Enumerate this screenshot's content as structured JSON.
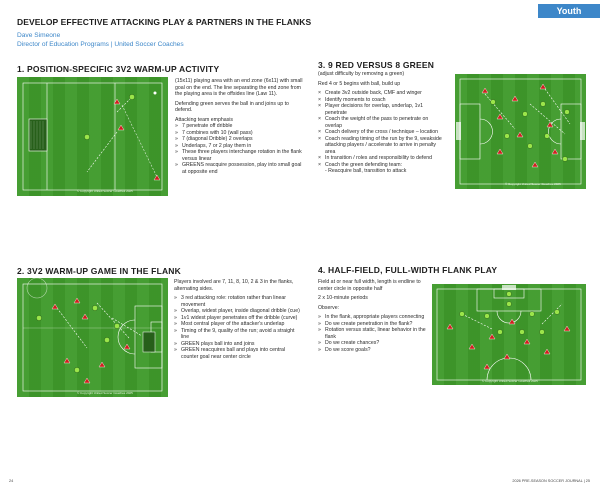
{
  "header": {
    "tab": "Youth",
    "title": "DEVELOP EFFECTIVE ATTACKING PLAY & PARTNERS IN THE FLANKS",
    "author_name": "Dave Simeone",
    "author_role": "Director of Education Programs | United Soccer Coaches"
  },
  "copyright": "© Copyright United Soccer Coaches 2025",
  "section1": {
    "title": "1. POSITION-SPECIFIC 3V2 WARM-UP ACTIVITY",
    "p1": "(15x11) playing area with an end zone (6x11) with small goal on the end. The line separating the end zone from the playing area is the offsides line (Law 11).",
    "p2": "Defending green serves the ball in and joins up to defend.",
    "p3": "Attacking team emphasis",
    "items": [
      "7 penetrate off dribble",
      "7 combines with 10 (wall pass)",
      "7 (diagonal Dribble) 2 overlaps",
      "Underlaps, 7 or 2 play them in",
      "These three players interchange rotation in the flank versus linear",
      "GREENS reacquire possession, play into small goal at opposite end"
    ]
  },
  "section2": {
    "title": "2. 3V2 WARM-UP GAME IN THE FLANK",
    "p1": "Players involved are 7, 11, 8, 10, 2 & 3 in the flanks, alternating sides.",
    "items": [
      "3 red attacking role: rotation rather than linear movement",
      "Overlap, widest player, inside diagonal dribble (cue)",
      "1v1 widest player penetrates off the dribble (curve)",
      "Most central player of the attacker's underlap",
      "Timing of the 9, quality of the run; avoid a straight line",
      "GREEN plays ball into and joins",
      "GREEN reacquires ball and plays into central counter goal near center circle"
    ]
  },
  "section3": {
    "title": "3. 9 RED VERSUS 8 GREEN",
    "p1": "(adjust difficulty by removing a green)",
    "p2": "Red 4 or 5 begins with ball, build up",
    "items": [
      "Create 3v2 outside back, CMF and winger",
      "Identify moments to coach",
      "Player decisions for overlap, underlap, 1v1 penetrate",
      "Coach the weight of the pass to penetrate on overlap",
      "Coach delivery of the cross / technique – location",
      "Coach reading timing of the run by the 9, weakside attacking players / accelerate to arrive in penalty area",
      "In transition / roles and responsibility to defend",
      "Coach the green defending team:"
    ],
    "subitem": "- Reacquire ball, transition to attack"
  },
  "section4": {
    "title": "4. HALF-FIELD, FULL-WIDTH FLANK PLAY",
    "p1": "Field at or near full width, length is endline to center circle in opposite half",
    "p2": "2 x 10-minute periods",
    "p3": "Observe:",
    "items": [
      "In the flank, appropriate players connecting",
      "Do we create penetration in the flank?",
      "Rotation versus static, linear behavior in the flank",
      "Do we create chances?",
      "Do we score goals?"
    ]
  },
  "footer": {
    "left": "24",
    "right": "2026 PRE-SEASON SOCCER JOURNAL | 25"
  }
}
